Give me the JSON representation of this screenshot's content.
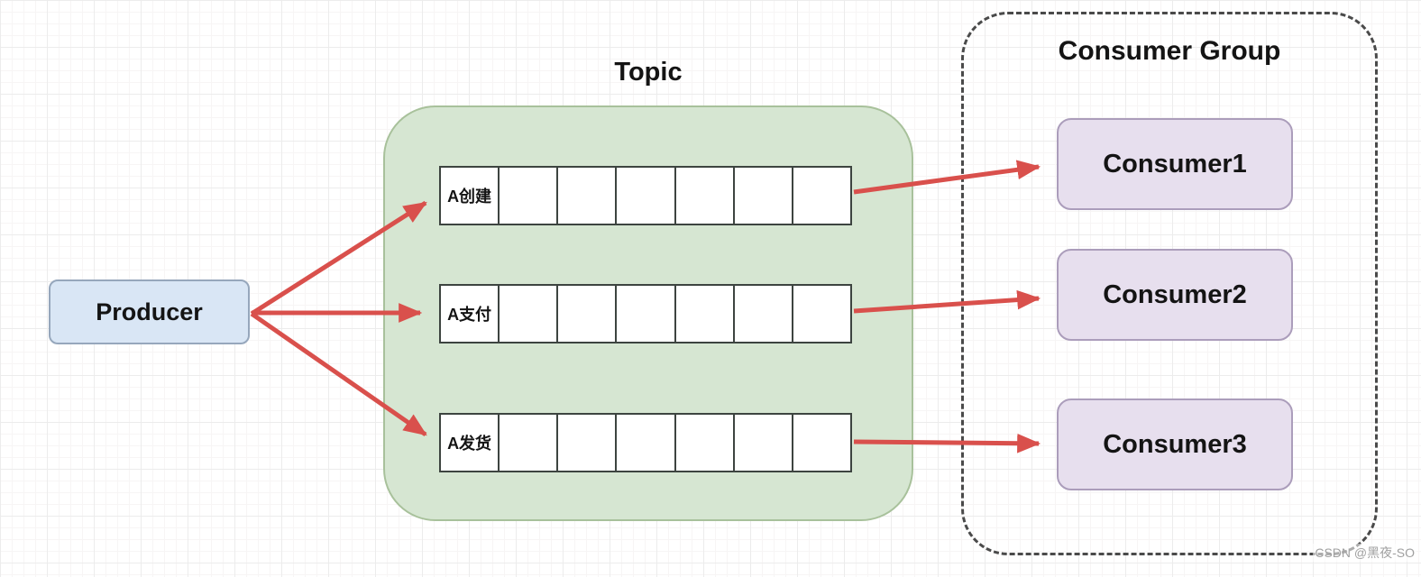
{
  "diagram": {
    "producer": {
      "label": "Producer"
    },
    "topic": {
      "title": "Topic",
      "partitions": [
        {
          "label": "A创建",
          "cells": 7,
          "empty_cells": 6
        },
        {
          "label": "A支付",
          "cells": 7,
          "empty_cells": 6
        },
        {
          "label": "A发货",
          "cells": 7,
          "empty_cells": 6
        }
      ]
    },
    "consumer_group": {
      "title": "Consumer Group",
      "consumers": [
        {
          "label": "Consumer1"
        },
        {
          "label": "Consumer2"
        },
        {
          "label": "Consumer3"
        }
      ]
    },
    "connections": [
      {
        "from": "producer",
        "to": "partition-1"
      },
      {
        "from": "producer",
        "to": "partition-2"
      },
      {
        "from": "producer",
        "to": "partition-3"
      },
      {
        "from": "partition-1",
        "to": "consumer-1"
      },
      {
        "from": "partition-2",
        "to": "consumer-2"
      },
      {
        "from": "partition-3",
        "to": "consumer-3"
      }
    ],
    "watermark": "CSDN @黑夜-SO",
    "colors": {
      "arrow": "#d9504c",
      "producer_fill": "#d9e6f5",
      "producer_border": "#96a7bc",
      "topic_fill": "#d6e6d2",
      "topic_border": "#a8c19b",
      "partition_border": "#3d4440",
      "consumer_fill": "#e7dfee",
      "consumer_border": "#ab9dbb",
      "dashed_border": "#4a4a4a",
      "text": "#141414"
    }
  }
}
